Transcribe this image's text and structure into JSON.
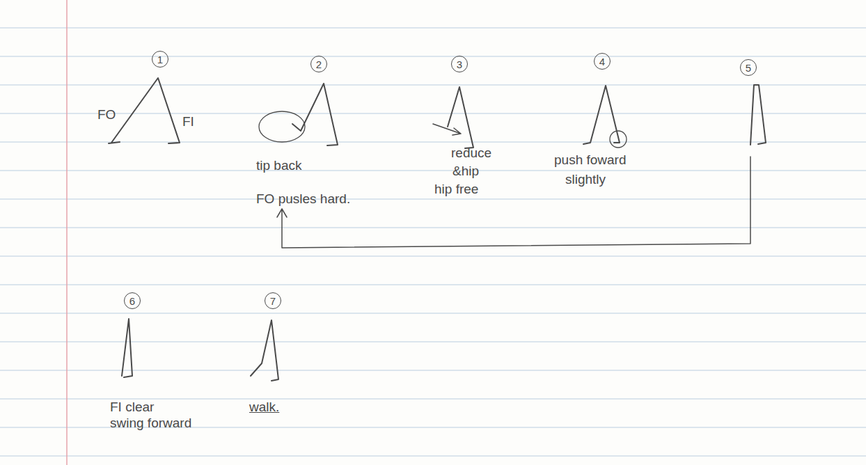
{
  "diagram": {
    "nodes": [
      {
        "text": [
          "1"
        ]
      },
      {
        "text": [
          "2"
        ]
      },
      {
        "text": [
          "3"
        ]
      },
      {
        "text": [
          "4"
        ]
      },
      {
        "text": [
          "5"
        ]
      },
      {
        "text": [
          "6"
        ]
      },
      {
        "text": [
          "7"
        ]
      }
    ],
    "labels": [
      "FO",
      "FI",
      "tip back",
      "FO pusles hard.",
      "reduce",
      "&hip",
      "hip free",
      "push foward",
      "slightly",
      "FI clear",
      "swing forward",
      "walk."
    ]
  }
}
